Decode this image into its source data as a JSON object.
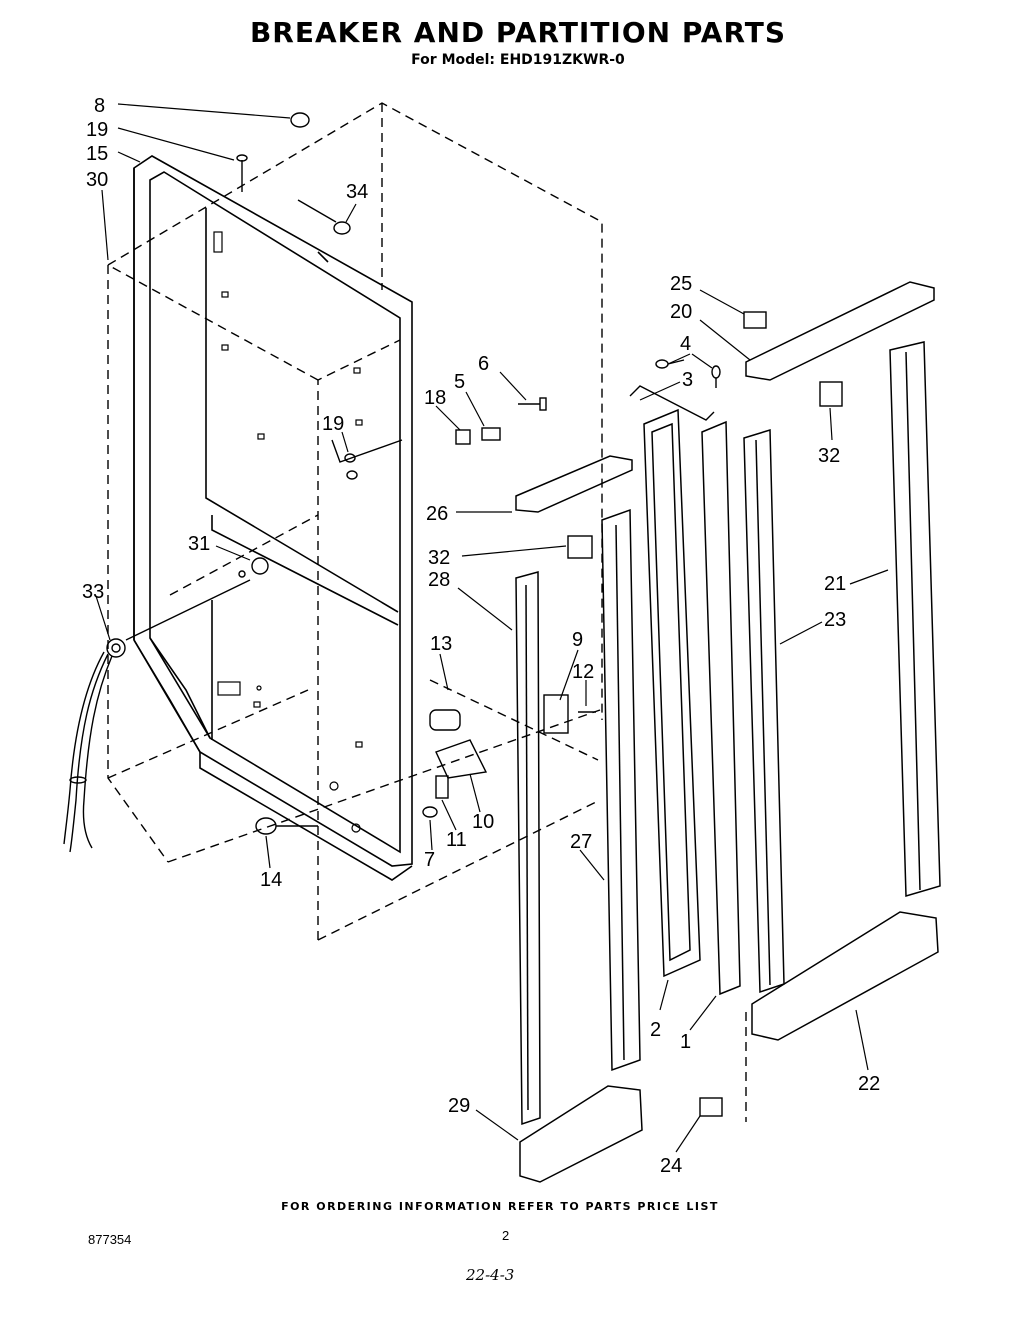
{
  "header": {
    "title": "BREAKER AND PARTITION PARTS",
    "model_line": "For Model: EHD191ZKWR-0"
  },
  "callouts": [
    "8",
    "19",
    "15",
    "30",
    "34",
    "25",
    "20",
    "4",
    "3",
    "6",
    "5",
    "18",
    "19",
    "32",
    "26",
    "32",
    "31",
    "28",
    "21",
    "23",
    "33",
    "9",
    "12",
    "13",
    "10",
    "11",
    "7",
    "14",
    "27",
    "2",
    "1",
    "22",
    "29",
    "24"
  ],
  "footer": {
    "ordering_note": "FOR ORDERING INFORMATION REFER TO PARTS PRICE LIST",
    "doc_number": "877354",
    "page_number": "2",
    "handwritten_code": "22-4-3"
  }
}
